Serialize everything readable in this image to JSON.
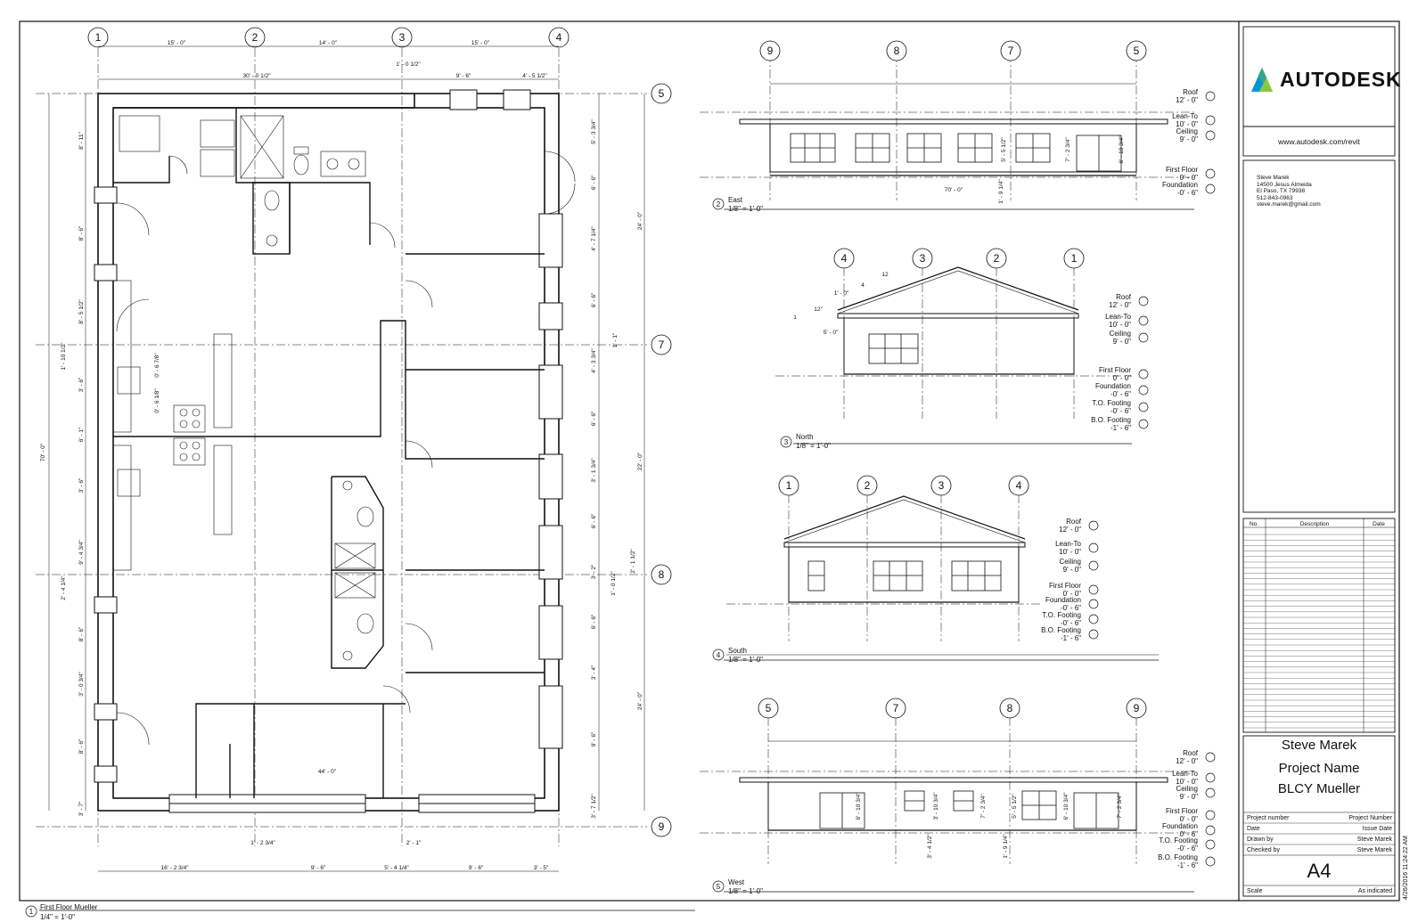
{
  "plan": {
    "title": "First Floor Mueller",
    "scale": "1/4\" = 1'-0\"",
    "number": "1",
    "grid_top": [
      "1",
      "2",
      "3",
      "4"
    ],
    "grid_right": [
      "5",
      "7",
      "8",
      "9"
    ],
    "dims_top1": [
      "15' - 0\"",
      "14' - 0\"",
      "15' - 0\""
    ],
    "dims_top2": [
      "30' - 0 1/2\"",
      "1' - 0 1/2\"",
      "9' - 6\"",
      "4' - 5 1/2\""
    ],
    "dims_bottom": [
      "16' - 2 3/4\"",
      "9' - 6\"",
      "5' - 4 1/4\"",
      "9' - 6\"",
      "3' - 5\""
    ],
    "dims_bottom_extra": [
      "1' - 2 3/4\"",
      "2' - 1\""
    ],
    "dims_left": [
      "8' - 11\"",
      "8' - 6\"",
      "8' - 5 1/2\"",
      "1' - 10 1/2\"",
      "3' - 6\"",
      "6' - 1\"",
      "3' - 6\"",
      "9' - 4 3/4\"",
      "2' - 4 1/4\"",
      "8' - 6\"",
      "3' - 0 3/4\"",
      "8' - 6\"",
      "3' - 7\""
    ],
    "dim_left_overall": "70' - 0\"",
    "dims_right": [
      "5' - 3 3/4\"",
      "6' - 6\"",
      "4' - 7 1/4\"",
      "6' - 6\"",
      "4' - 3 3/4\"",
      "6' - 6\"",
      "3' - 1 3/4\"",
      "6' - 6\"",
      "3' - 2\"",
      "6' - 6\"",
      "3' - 4\"",
      "9' - 6\"",
      "3' - 7 1/2\""
    ],
    "dims_right2": [
      "1' - 1\"",
      "2' - 1 1/2\"",
      "1' - 0 1/2\""
    ],
    "dims_right_overall": [
      "24' - 0\"",
      "22' - 0\"",
      "24' - 0\""
    ],
    "dim_interior": "44' - 0\"",
    "dims_kitchen": [
      "0' - 6 7/8\"",
      "0' - 6 1/8\""
    ]
  },
  "elevations": [
    {
      "id": "east",
      "number": "2",
      "name": "East",
      "scale": "1/8\" = 1'-0\"",
      "grids": [
        "9",
        "8",
        "7",
        "5"
      ],
      "levels": [
        {
          "name": "Roof",
          "elev": "12' - 0\""
        },
        {
          "name": "Lean-To",
          "elev": "10' - 0\""
        },
        {
          "name": "Ceiling",
          "elev": "9' - 0\""
        },
        {
          "name": "First Floor",
          "elev": "0' - 0\""
        },
        {
          "name": "Foundation",
          "elev": "-0' - 6\""
        }
      ],
      "dims": [
        "70' - 0\"",
        "5' - 5 1/2\"",
        "7' - 2 3/4\"",
        "6' - 10 3/4\"",
        "1' - 9 1/4\""
      ]
    },
    {
      "id": "north",
      "number": "3",
      "name": "North",
      "scale": "1/8\" = 1'-0\"",
      "grids": [
        "4",
        "3",
        "2",
        "1"
      ],
      "levels": [
        {
          "name": "Roof",
          "elev": "12' - 0\""
        },
        {
          "name": "Lean-To",
          "elev": "10' - 0\""
        },
        {
          "name": "Ceiling",
          "elev": "9' - 0\""
        },
        {
          "name": "First Floor",
          "elev": "0' - 0\""
        },
        {
          "name": "Foundation",
          "elev": "-0' - 6\""
        },
        {
          "name": "T.O. Footing",
          "elev": "-0' - 6\""
        },
        {
          "name": "B.O. Footing",
          "elev": "-1' - 6\""
        }
      ],
      "dims": [
        "1' - 0\"",
        "5' - 0\"",
        "12",
        "4",
        "12\"",
        "1"
      ]
    },
    {
      "id": "south",
      "number": "4",
      "name": "South",
      "scale": "1/8\" = 1'-0\"",
      "grids": [
        "1",
        "2",
        "3",
        "4"
      ],
      "levels": [
        {
          "name": "Roof",
          "elev": "12' - 0\""
        },
        {
          "name": "Lean-To",
          "elev": "10' - 0\""
        },
        {
          "name": "Ceiling",
          "elev": "9' - 0\""
        },
        {
          "name": "First Floor",
          "elev": "0' - 0\""
        },
        {
          "name": "Foundation",
          "elev": "-0' - 6\""
        },
        {
          "name": "T.O. Footing",
          "elev": "-0' - 6\""
        },
        {
          "name": "B.O. Footing",
          "elev": "-1' - 6\""
        }
      ],
      "dims": []
    },
    {
      "id": "west",
      "number": "5",
      "name": "West",
      "scale": "1/8\" = 1'-0\"",
      "grids": [
        "5",
        "7",
        "8",
        "9"
      ],
      "levels": [
        {
          "name": "Roof",
          "elev": "12' - 0\""
        },
        {
          "name": "Lean-To",
          "elev": "10' - 0\""
        },
        {
          "name": "Ceiling",
          "elev": "9' - 0\""
        },
        {
          "name": "First Floor",
          "elev": "0' - 0\""
        },
        {
          "name": "Foundation",
          "elev": "0' - 6\""
        },
        {
          "name": "T.O. Footing",
          "elev": "-0' - 6\""
        },
        {
          "name": "B.O. Footing",
          "elev": "-1' - 6\""
        }
      ],
      "dims": [
        "6' - 10 3/4\"",
        "3' - 10 3/4\"",
        "7' - 2 3/4\"",
        "5' - 5 1/2\"",
        "7' - 2 3/4\"",
        "6' - 10 3/4\"",
        "3' - 4 1/2\"",
        "1' - 9 1/4\""
      ]
    }
  ],
  "titleblock": {
    "brand": "AUTODESK",
    "url": "www.autodesk.com/revit",
    "contact": [
      "Steve Marek",
      "14500 Jesus Almeida",
      "El Paso, TX 79938",
      "512-843-0963",
      "steve.marek@gmail.com"
    ],
    "rev_headers": [
      "No.",
      "Description",
      "Date"
    ],
    "client": "Steve Marek",
    "project_name": "Project Name",
    "sheet_name": "BLCY Mueller",
    "fields": [
      {
        "label": "Project number",
        "value": "Project Number"
      },
      {
        "label": "Date",
        "value": "Issue Date"
      },
      {
        "label": "Drawn by",
        "value": "Steve Marek"
      },
      {
        "label": "Checked by",
        "value": "Steve Marek"
      }
    ],
    "sheet_number": "A4",
    "scale_label": "Scale",
    "scale_value": "As indicated",
    "print_date": "4/26/2016 11:24:22 AM"
  },
  "colors": {
    "line": "#111111",
    "logo_blue": "#0696d7",
    "logo_teal": "#3aa38a",
    "logo_green": "#8cc63f"
  }
}
